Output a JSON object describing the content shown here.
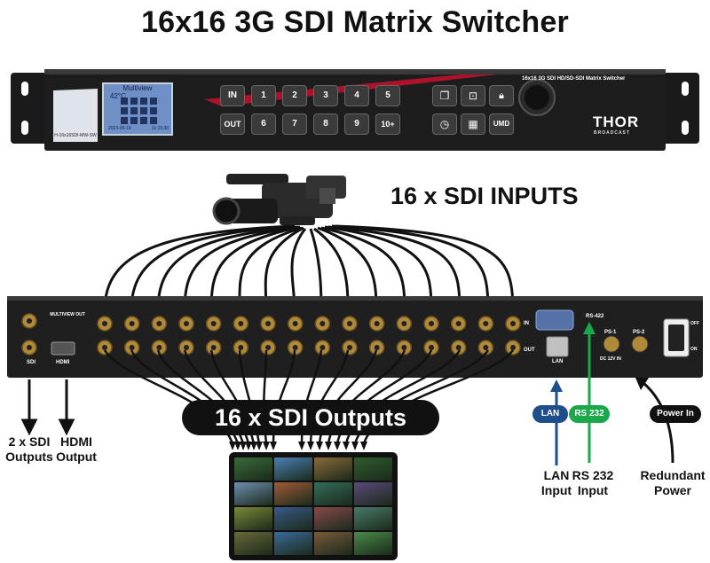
{
  "title": "16x16 3G SDI Matrix Switcher",
  "front_panel": {
    "screen_title": "Multiview",
    "screen_temp": "42°C",
    "screen_date": "2023-05-19",
    "screen_time": "11:15:30",
    "model": "H-16x16SDI-MW-SW",
    "keys_top": [
      "IN",
      "1",
      "2",
      "3",
      "4",
      "5"
    ],
    "keys_bottom": [
      "OUT",
      "6",
      "7",
      "8",
      "9",
      "10+"
    ],
    "func_key_umd": "UMD",
    "product_name": "16x16 3G SDI HD/SD-SDI Matrix Switcher",
    "brand_main": "THOR",
    "brand_sub": "BROADCAST"
  },
  "inputs_label": "16 x SDI INPUTS",
  "rear_panel": {
    "multiview_out": "MULTIVIEW OUT",
    "sdi": "SDI",
    "hdmi": "HDMI",
    "row_in": "IN",
    "row_out": "OUT",
    "rs422": "RS-422",
    "lan": "LAN",
    "ps1": "PS-1",
    "ps2": "PS-2",
    "dc": "DC 12V IN",
    "off": "OFF",
    "on": "ON",
    "port_count": 16
  },
  "outputs_label": "16 x SDI Outputs",
  "bottom_labels": {
    "sdi_outputs": [
      "2 x SDI",
      "Outputs"
    ],
    "hdmi_output": [
      "HDMI",
      "Output"
    ],
    "lan_input": [
      "LAN",
      "Input"
    ],
    "rs232_input": [
      "RS 232",
      "Input"
    ],
    "redundant_power": [
      "Redundant",
      "Power"
    ]
  },
  "tags": {
    "lan": "LAN",
    "rs232": "RS 232",
    "power_in": "Power In"
  },
  "colors": {
    "lan": "#1f4e8c",
    "rs232": "#1aa84a",
    "panel": "#1c1c1c",
    "accent": "#c8102e",
    "gold": "#b08a3a"
  }
}
